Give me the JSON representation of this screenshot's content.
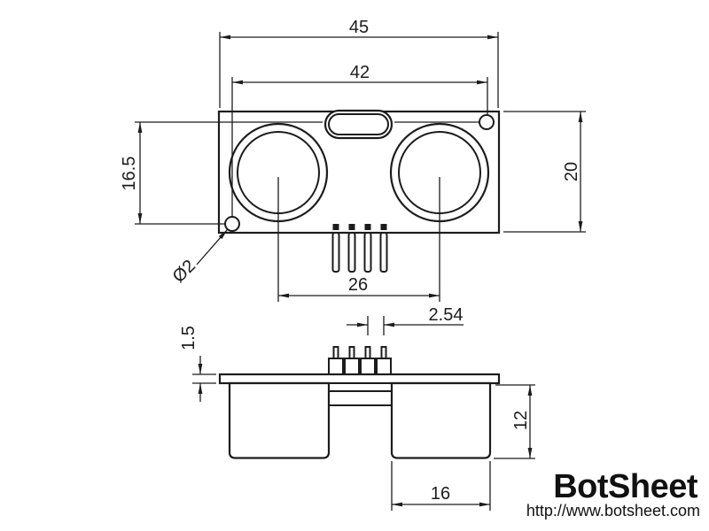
{
  "drawing": {
    "dimensions": {
      "overall_width": "45",
      "mount_hole_span_x": "42",
      "mount_hole_span_y": "16.5",
      "overall_height": "20",
      "mount_hole_diameter": "Ø2",
      "transducer_center_spacing": "26",
      "pin_pitch": "2.54",
      "pcb_thickness": "1.5",
      "transducer_height": "12",
      "transducer_diameter": "16"
    }
  },
  "branding": {
    "logo_text": "BotSheet",
    "website_url": "http://www.botsheet.com"
  }
}
